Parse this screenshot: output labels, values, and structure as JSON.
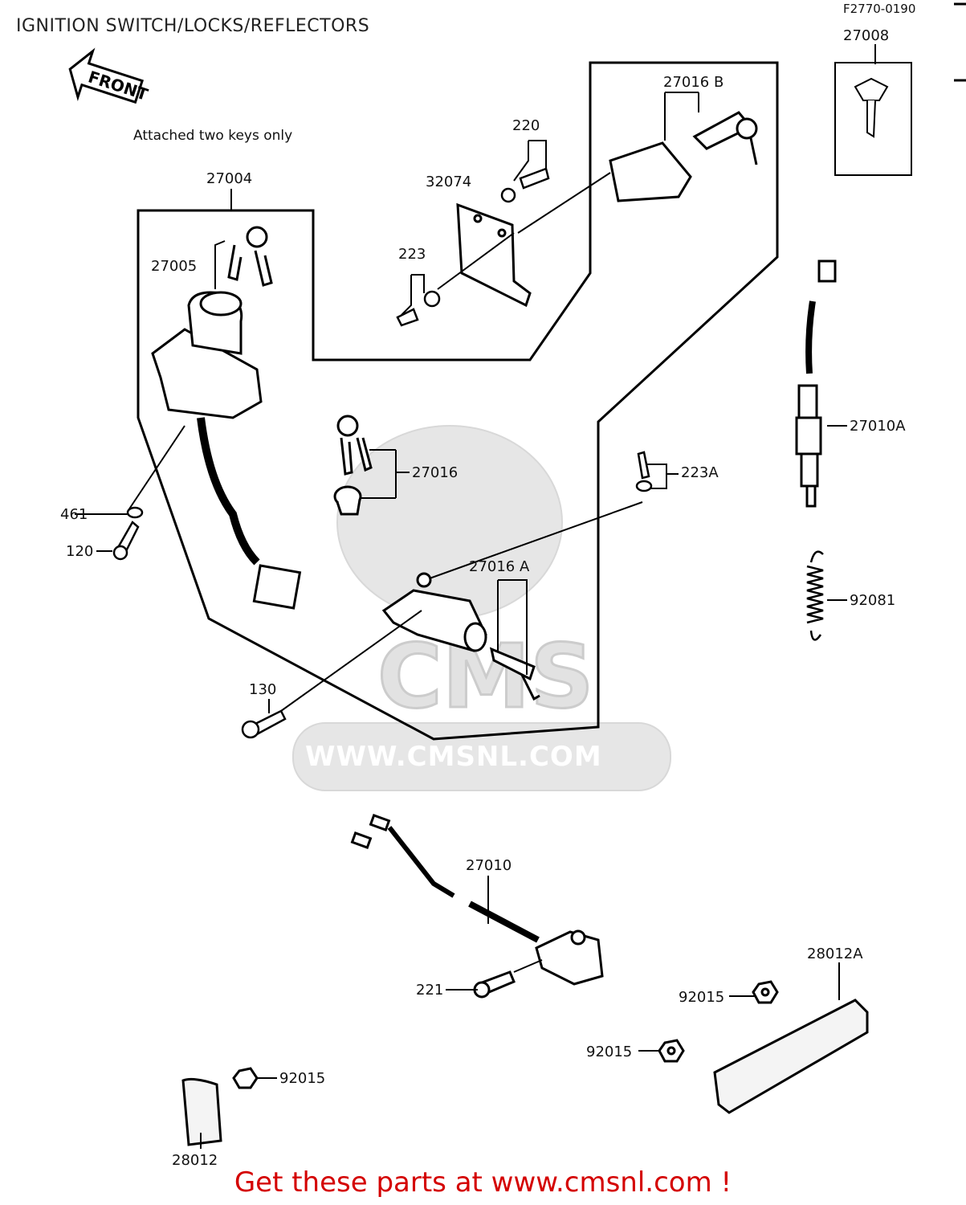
{
  "title": "IGNITION SWITCH/LOCKS/REFLECTORS",
  "figure_code": "F2770-0190",
  "front_label": "FRONT",
  "note": "Attached two keys only",
  "watermark": {
    "logo_text": "CMS",
    "url": "WWW.CMSNL.COM"
  },
  "cta": "Get these parts at www.cmsnl.com !",
  "parts": {
    "p27008": "27008",
    "p27016B": "27016 B",
    "p220": "220",
    "p32074": "32074",
    "p223": "223",
    "p27004": "27004",
    "p27005": "27005",
    "p27016": "27016",
    "p223A": "223A",
    "p27010A": "27010A",
    "p461": "461",
    "p120": "120",
    "p27016A": "27016 A",
    "p92081": "92081",
    "p130": "130",
    "p27010": "27010",
    "p28012A": "28012A",
    "p221": "221",
    "p92015a": "92015",
    "p92015b": "92015",
    "p92015c": "92015",
    "p28012": "28012"
  }
}
